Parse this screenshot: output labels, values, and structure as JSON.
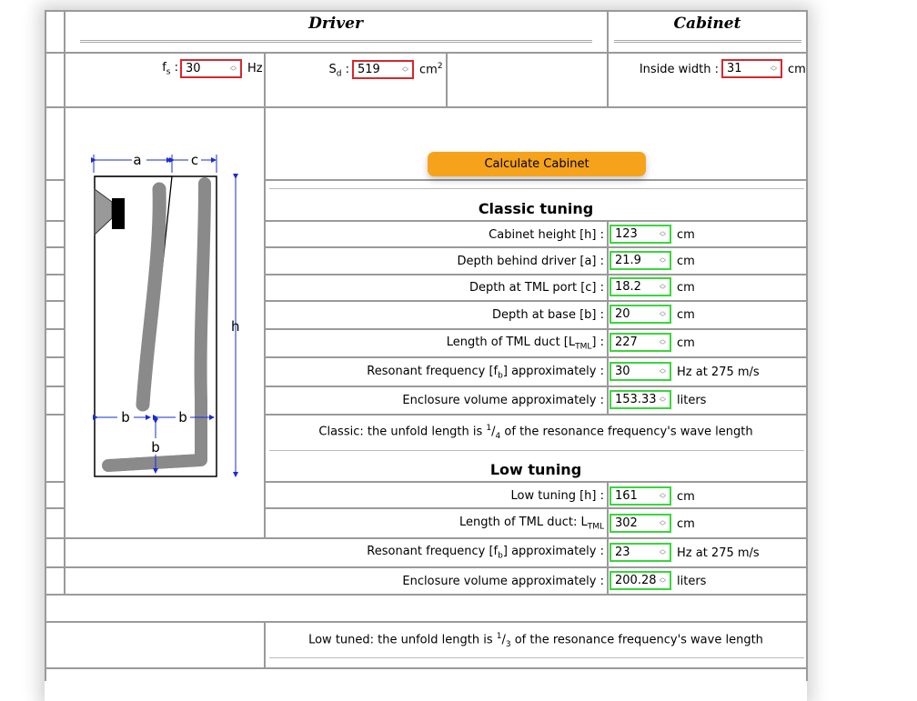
{
  "header": {
    "driver": "Driver",
    "cabinet": "Cabinet"
  },
  "params": {
    "fs": {
      "label_main": "f",
      "label_sub": "s",
      "value": "30",
      "unit": "Hz"
    },
    "sd": {
      "label_main": "S",
      "label_sub": "d",
      "value": "519",
      "unit_main": "cm",
      "unit_sup": "2"
    },
    "inside_width": {
      "label": "Inside width :",
      "value": "31",
      "unit": "cm"
    }
  },
  "diagram": {
    "a": "a",
    "c": "c",
    "h": "h",
    "b": "b"
  },
  "calculate_label": "Calculate Cabinet",
  "classic": {
    "title": "Classic tuning",
    "rows": [
      {
        "label": "Cabinet height [h] :",
        "value": "123",
        "unit": "cm"
      },
      {
        "label": "Depth behind driver [a] :",
        "value": "21.9",
        "unit": "cm"
      },
      {
        "label": "Depth at TML port [c] :",
        "value": "18.2",
        "unit": "cm"
      },
      {
        "label": "Depth at base [b] :",
        "value": "20",
        "unit": "cm"
      },
      {
        "label_pre": "Length of TML duct [L",
        "label_sub": "TML",
        "label_post": "] :",
        "value": "227",
        "unit": "cm"
      },
      {
        "label_pre": "Resonant frequency [f",
        "label_sub": "b",
        "label_post": "] approximately :",
        "value": "30",
        "unit": "Hz at 275 m/s"
      },
      {
        "label": "Enclosure volume approximately :",
        "value": "153.33",
        "unit": "liters"
      }
    ],
    "note": {
      "pre": "Classic: the unfold length is ",
      "num": "1",
      "den": "4",
      "post": " of the resonance frequency's wave length"
    }
  },
  "low": {
    "title": "Low tuning",
    "rows": [
      {
        "label": "Low tuning [h] :",
        "value": "161",
        "unit": "cm"
      },
      {
        "label_pre": "Length of TML duct: L",
        "label_sub": "TML",
        "label_post": "",
        "value": "302",
        "unit": "cm"
      },
      {
        "label_pre": "Resonant frequency [f",
        "label_sub": "b",
        "label_post": "] approximately :",
        "value": "23",
        "unit": "Hz at 275 m/s"
      },
      {
        "label": "Enclosure volume approximately :",
        "value": "200.28",
        "unit": "liters"
      }
    ],
    "note": {
      "pre": "Low tuned: the unfold length is ",
      "num": "1",
      "den": "3",
      "post": " of the resonance frequency's wave length"
    }
  }
}
